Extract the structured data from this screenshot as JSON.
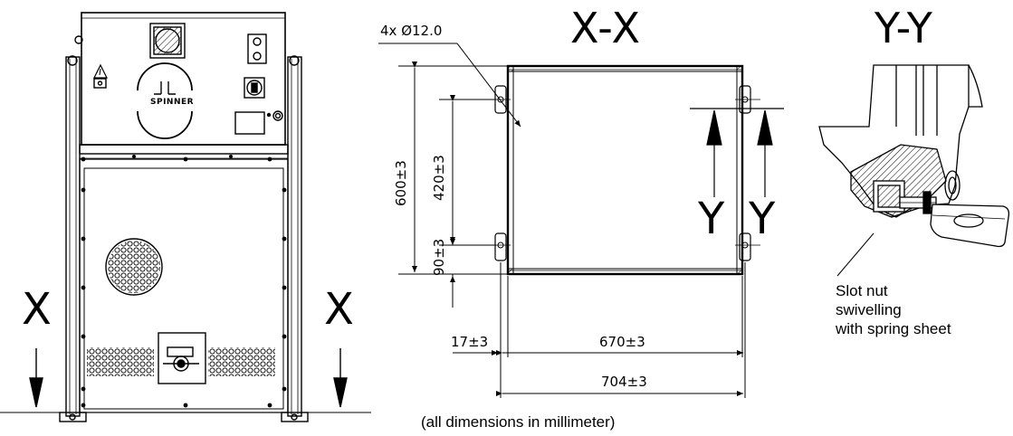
{
  "labels": {
    "section_xx": "X-X",
    "section_yy": "Y-Y",
    "view_x_left": "X",
    "view_x_right": "X",
    "view_y_left": "Y",
    "view_y_right": "Y",
    "hole_callout": "4x  Ø12.0",
    "dim_height_total": "600±3",
    "dim_hole_spacing_v": "420±3",
    "dim_bottom_offset": "90±3",
    "dim_side_offset": "17±3",
    "dim_hole_spacing_h": "670±3",
    "dim_width_total": "704±3",
    "slot_note_line1": "Slot nut",
    "slot_note_line2": "swivelling",
    "slot_note_line3": "with spring sheet",
    "units_note": "(all dimensions in millimeter)",
    "logo_text": "SPINNER"
  }
}
